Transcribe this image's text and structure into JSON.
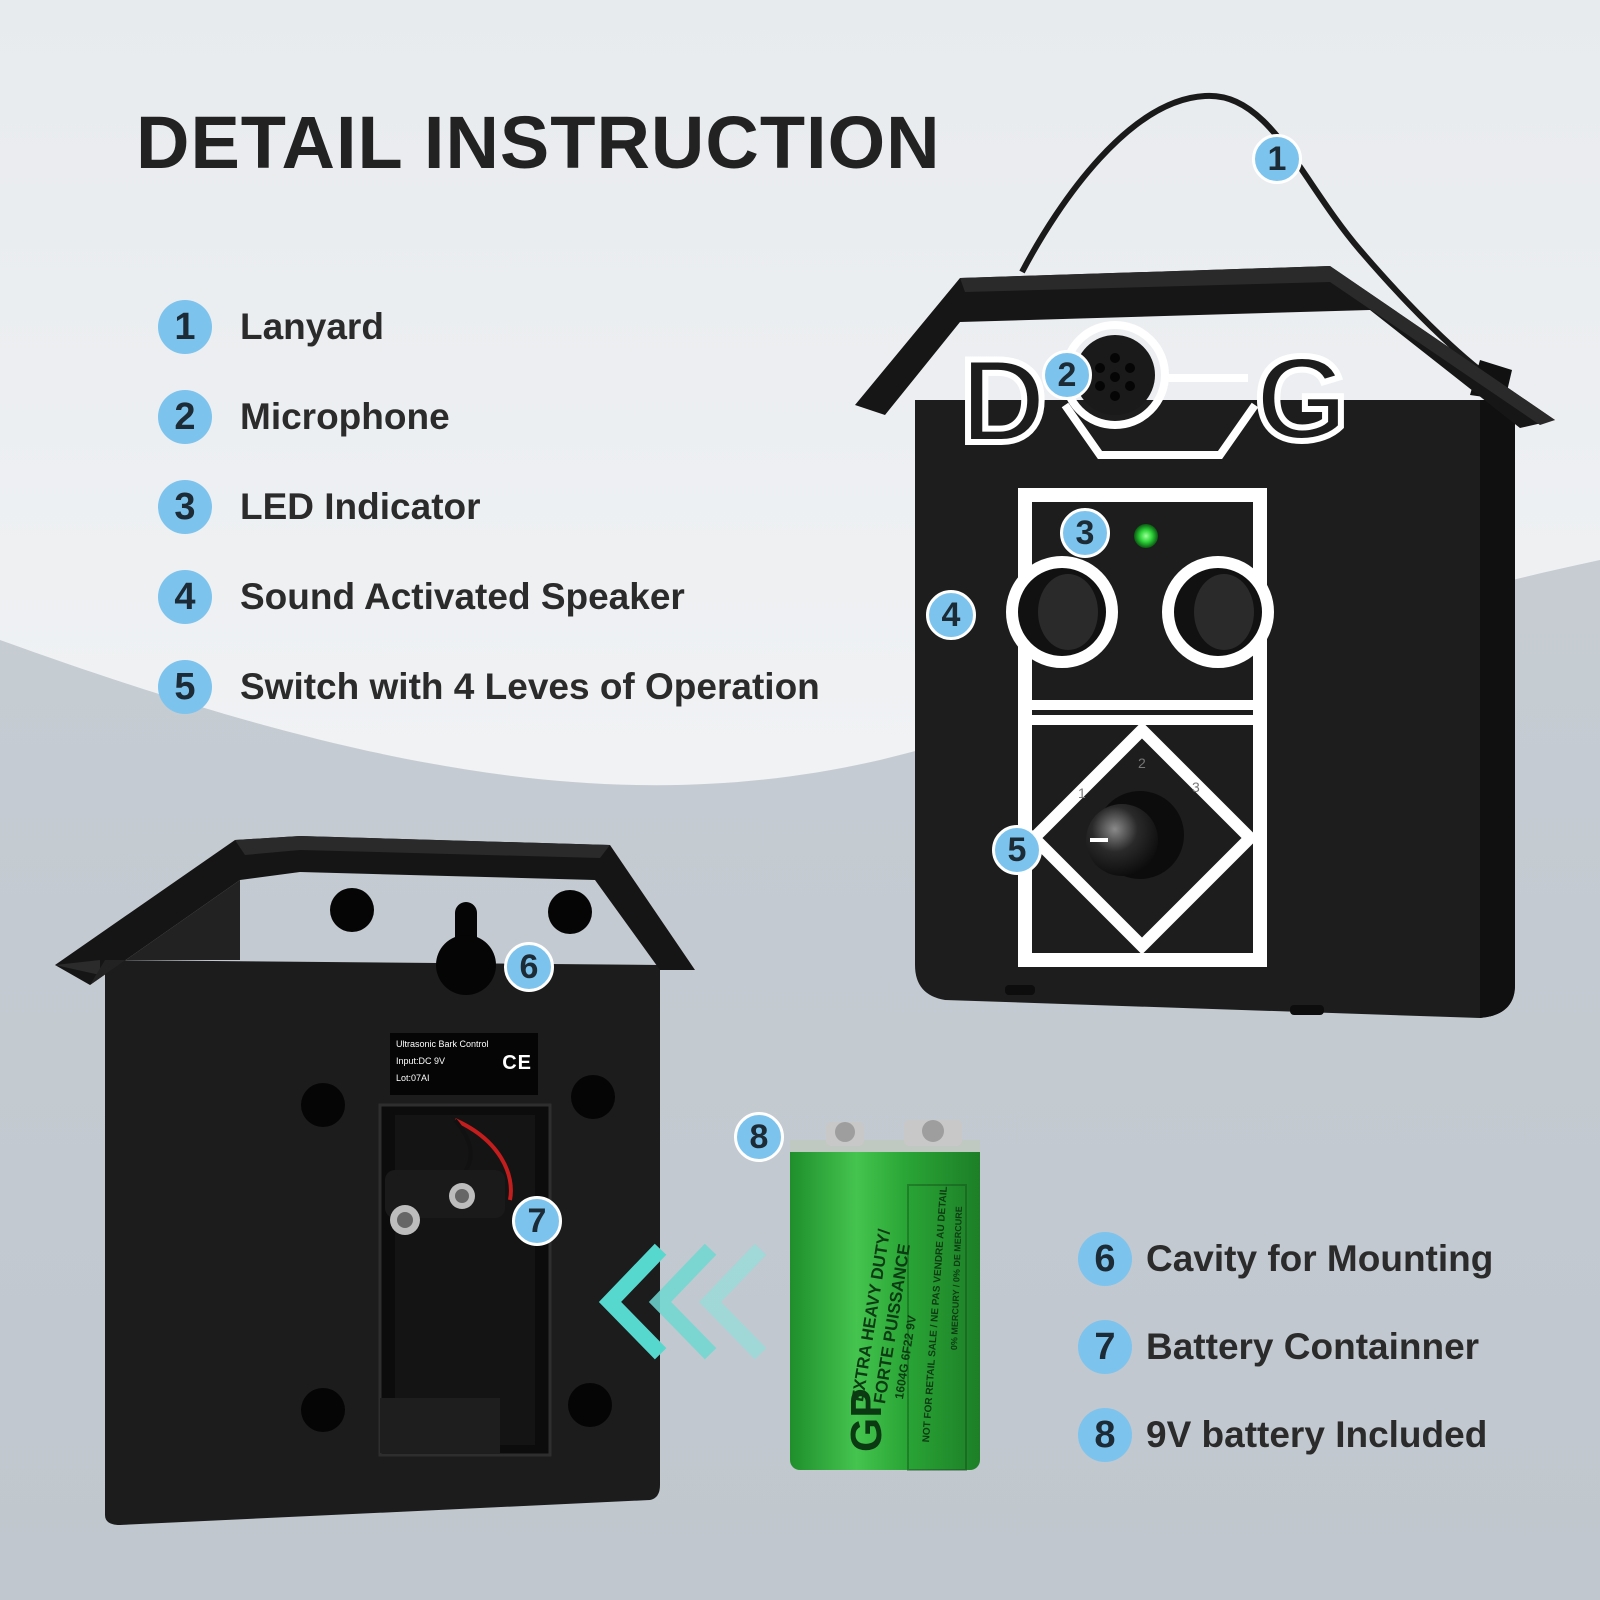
{
  "title": "DETAIL INSTRUCTION",
  "colors": {
    "badge": "#7cc4ee",
    "background_light": "#e9ecef",
    "background_dark": "#c4cbd2",
    "device": "#1b1b1b",
    "battery_green": "#2fae3d",
    "arrow_teal": "#4ec9c6"
  },
  "legend_top": [
    {
      "num": "1",
      "label": "Lanyard"
    },
    {
      "num": "2",
      "label": "Microphone"
    },
    {
      "num": "3",
      "label": "LED Indicator"
    },
    {
      "num": "4",
      "label": "Sound Activated Speaker"
    },
    {
      "num": "5",
      "label": "Switch with 4 Leves of Operation"
    }
  ],
  "legend_bottom": [
    {
      "num": "6",
      "label": "Cavity for Mounting"
    },
    {
      "num": "7",
      "label": "Battery Containner"
    },
    {
      "num": "8",
      "label": "9V battery Included"
    }
  ],
  "callouts": [
    "1",
    "2",
    "3",
    "4",
    "5",
    "6",
    "7",
    "8"
  ],
  "front_logo": {
    "left_letter": "D",
    "right_letter": "G"
  },
  "knob_marks": [
    "1",
    "2",
    "3"
  ],
  "back_label": {
    "line1": "Ultrasonic Bark Control",
    "line2": "Input:DC 9V",
    "line3": "Lot:07AI",
    "marks": "CE"
  },
  "battery": {
    "brand": "GP",
    "line1": "EXTRA HEAVY DUTY/",
    "line2": "FORTE PUISSANCE",
    "line3": "1604G  6F22  9V",
    "line4": "NOT FOR RETAIL SALE / NE PAS VENDRE AU DETAIL",
    "line5": "0% MERCURY / 0% DE MERCURE"
  }
}
